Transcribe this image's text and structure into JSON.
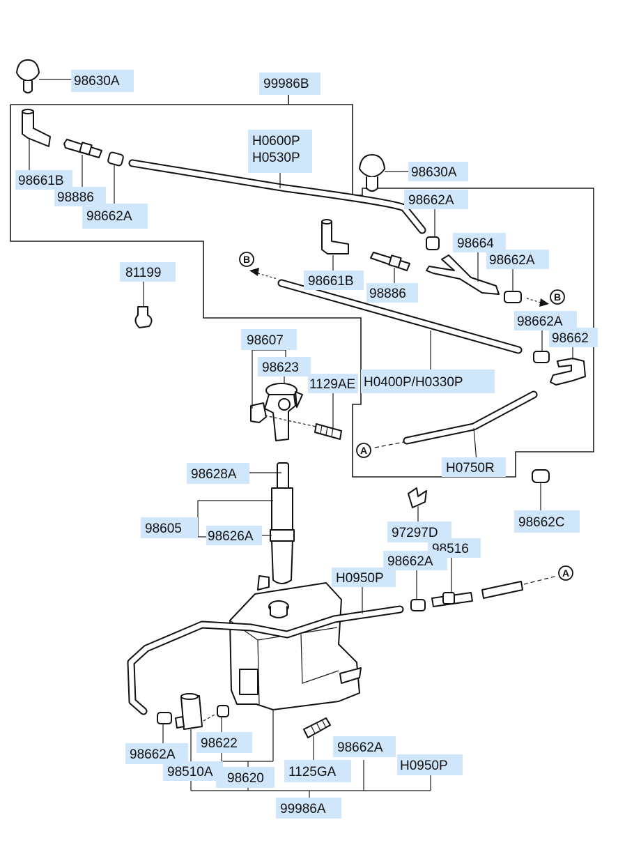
{
  "labels": {
    "p98630A_top": "98630A",
    "p99986B": "99986B",
    "p98661B_left": "98661B",
    "p98886_left": "98886",
    "p98662A_left": "98662A",
    "pH0600P": "H0600P",
    "pH0530P": "H0530P",
    "p98630A_mid": "98630A",
    "p98662A_mid": "98662A",
    "p98664": "98664",
    "p98662A_right": "98662A",
    "p81199": "81199",
    "p98661B_mid": "98661B",
    "p98886_mid": "98886",
    "p98662A_rb": "98662A",
    "p98662": "98662",
    "p98607": "98607",
    "p98623": "98623",
    "p1129AE": "1129AE",
    "pH0400P": "H0400P/H0330P",
    "pH0750R": "H0750R",
    "p98628A": "98628A",
    "p98605": "98605",
    "p98626A": "98626A",
    "p97297D": "97297D",
    "p98662C": "98662C",
    "p98516": "98516",
    "p98662A_low": "98662A",
    "pH0950P_top": "H0950P",
    "p98662A_bl": "98662A",
    "p98622": "98622",
    "p98510A": "98510A",
    "p98620": "98620",
    "p1125GA": "1125GA",
    "p98662A_br": "98662A",
    "pH0950P_br": "H0950P",
    "p99986A": "99986A"
  },
  "refs": {
    "B": "B",
    "A": "A"
  }
}
